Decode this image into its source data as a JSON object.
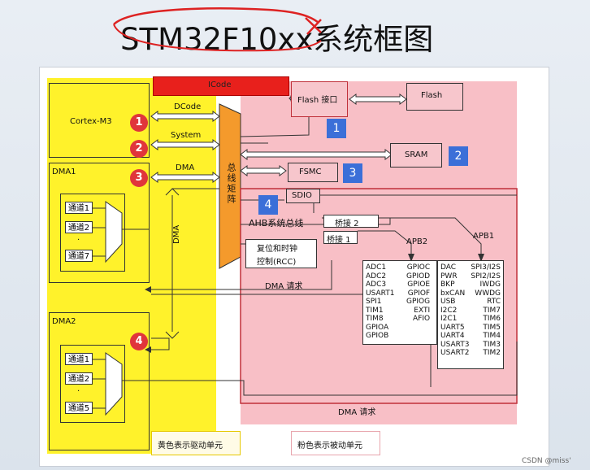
{
  "title": "STM32F10xx系统框图",
  "blocks": {
    "icode": "ICode",
    "dcode": "DCode",
    "system": "System",
    "dma": "DMA",
    "cortex": "Cortex-M3",
    "dma1": "DMA1",
    "dma2": "DMA2",
    "flash_if": "Flash 接口",
    "flash": "Flash",
    "sram": "SRAM",
    "fsmc": "FSMC",
    "sdio": "SDIO",
    "bus_matrix": "总线矩阵",
    "ahb": "AHB系统总线",
    "bridge2": "桥接 2",
    "bridge1": "桥接 1",
    "rcc_line1": "复位和时钟",
    "rcc_line2": "控制(RCC)",
    "apb2": "APB2",
    "apb1": "APB1",
    "dma_req1": "DMA 请求",
    "dma_req2": "DMA 请求",
    "dma_vert": "DMA"
  },
  "dma1_channels": [
    "通道1",
    "通道2",
    "·",
    "通道7"
  ],
  "dma2_channels": [
    "通道1",
    "通道2",
    "·",
    "通道5"
  ],
  "apb2_col1": [
    "ADC1",
    "ADC2",
    "ADC3",
    "USART1",
    "SPI1",
    "TIM1",
    "TIM8",
    "GPIOA",
    "GPIOB"
  ],
  "apb2_col2": [
    "GPIOC",
    "GPIOD",
    "GPIOE",
    "GPIOF",
    "GPIOG",
    "EXTI",
    "AFIO"
  ],
  "apb1_col1": [
    "DAC",
    "PWR",
    "BKP",
    "bxCAN",
    "USB",
    "I2C2",
    "I2C1",
    "UART5",
    "UART4",
    "USART3",
    "USART2"
  ],
  "apb1_col2": [
    "SPI3/I2S",
    "SPI2/I2S",
    "IWDG",
    "WWDG",
    "RTC",
    "TIM7",
    "TIM6",
    "TIM5",
    "TIM4",
    "TIM3",
    "TIM2"
  ],
  "badges_red": [
    "1",
    "2",
    "3",
    "4"
  ],
  "badges_blue": [
    "1",
    "2",
    "3",
    "4"
  ],
  "legend": {
    "yellow": "黄色表示驱动单元",
    "pink": "粉色表示被动单元"
  },
  "watermark": "CSDN @miss'",
  "colors": {
    "yellow": "#fff22b",
    "pink": "#f7b8c0",
    "orange": "#f49a2c",
    "red": "#e8201c",
    "badge_red": "#e0353b",
    "badge_blue": "#3b6fd8"
  }
}
